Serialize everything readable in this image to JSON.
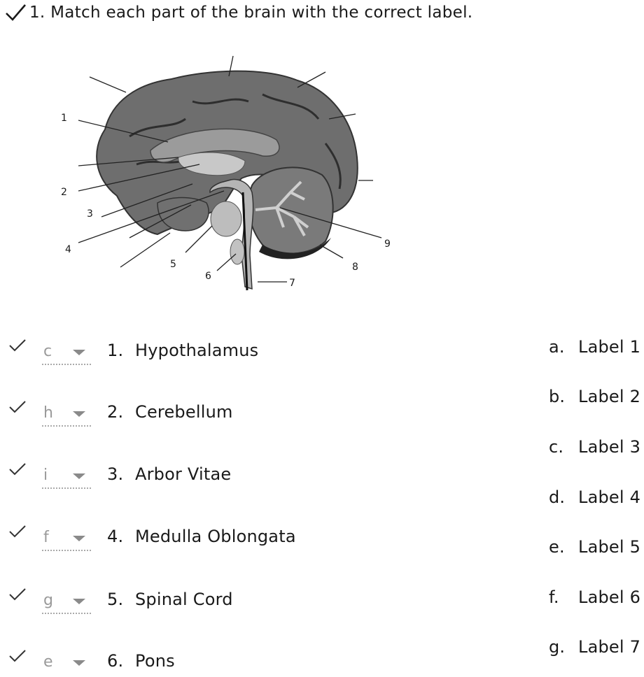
{
  "question": {
    "text": "1. Match each part of the brain with the correct label."
  },
  "figure": {
    "labels": [
      "1",
      "2",
      "3",
      "4",
      "5",
      "6",
      "7",
      "8",
      "9"
    ]
  },
  "rows": [
    {
      "selected": "c",
      "number": "1.",
      "term": "Hypothalamus"
    },
    {
      "selected": "h",
      "number": "2.",
      "term": "Cerebellum"
    },
    {
      "selected": "i",
      "number": "3.",
      "term": "Arbor Vitae"
    },
    {
      "selected": "f",
      "number": "4.",
      "term": "Medulla Oblongata"
    },
    {
      "selected": "g",
      "number": "5.",
      "term": "Spinal Cord"
    },
    {
      "selected": "e",
      "number": "6.",
      "term": "Pons"
    }
  ],
  "options": [
    {
      "letter": "a.",
      "label": "Label 1"
    },
    {
      "letter": "b.",
      "label": "Label 2"
    },
    {
      "letter": "c.",
      "label": "Label 3"
    },
    {
      "letter": "d.",
      "label": "Label 4"
    },
    {
      "letter": "e.",
      "label": "Label 5"
    },
    {
      "letter": "f.",
      "label": "Label 6"
    },
    {
      "letter": "g.",
      "label": "Label 7"
    }
  ],
  "colors": {
    "text": "#1a1a1a",
    "muted": "#9a9a9a",
    "caret": "#8a8a8a"
  },
  "icons": {
    "question_status": "checkmark-icon",
    "row_status": "checkmark-icon",
    "dropdown": "caret-down-icon"
  }
}
